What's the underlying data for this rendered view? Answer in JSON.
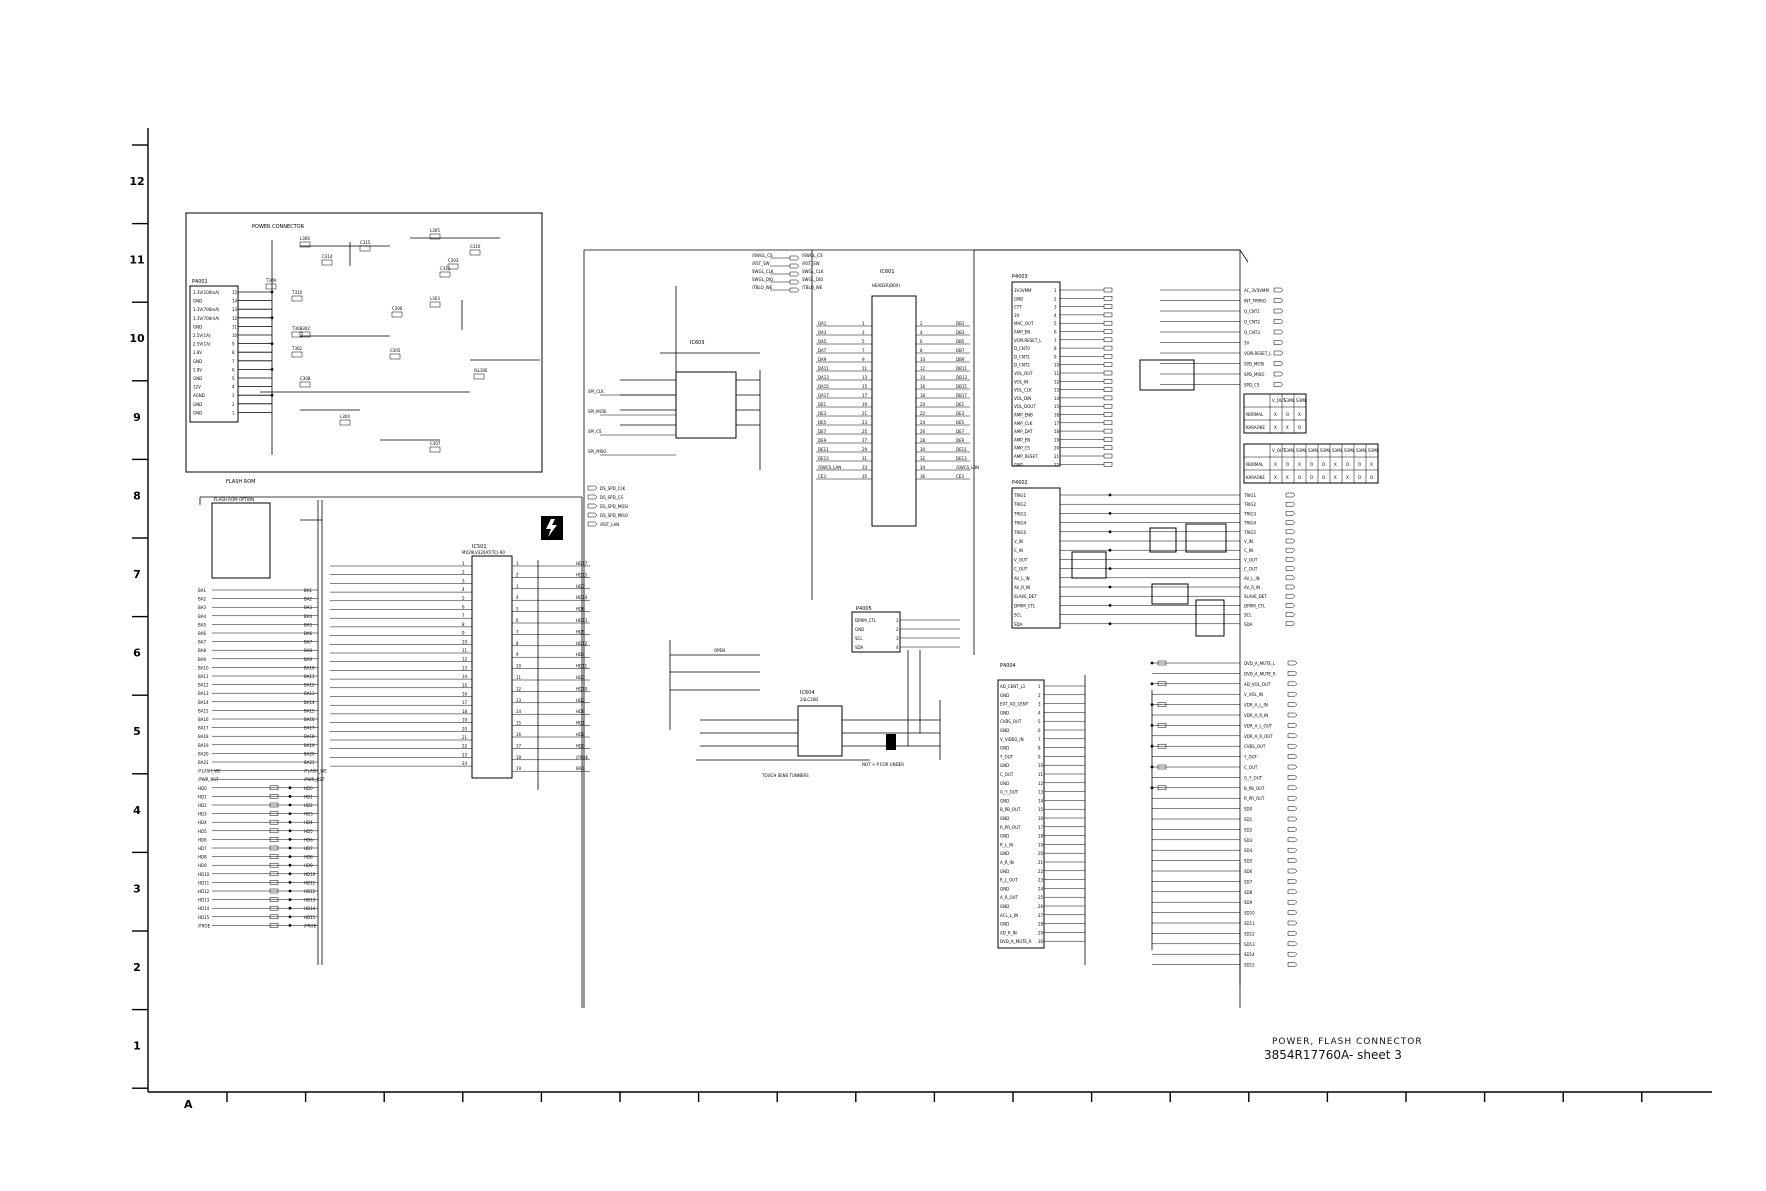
{
  "sheet": {
    "title_line1": "POWER, FLASH CONNECTOR",
    "title_line2": "3854R17760A- sheet 3",
    "row_labels": [
      "12",
      "11",
      "10",
      "9",
      "8",
      "7",
      "6",
      "5",
      "4",
      "3",
      "2",
      "1"
    ],
    "column_label": "A"
  },
  "blocks": {
    "power": {
      "heading": "POWER CONNECTOR",
      "connector": "P4001",
      "pins": [
        "3.3V(100mA)",
        "GND",
        "3.3V(700mA)",
        "3.3V(700mA)",
        "GND",
        "2.5V(1A)",
        "2.5V(1A)",
        "1.8V",
        "GND",
        "1.8V",
        "GND",
        "12V",
        "AGND",
        "GND",
        "GND"
      ],
      "labels": [
        "L306",
        "L305",
        "L302",
        "L303",
        "L304",
        "C314",
        "C303",
        "C305",
        "C306",
        "C308",
        "C315",
        "C316",
        "C307",
        "C311",
        "T309",
        "T310",
        "T303",
        "T302",
        "ISL30E"
      ]
    },
    "flash_rom": {
      "heading": "FLASH ROM",
      "option_heading": "FLASH ROM OPTION",
      "chip": "IC501",
      "chip_part": "MX29LV320AT(TC)-90",
      "left_nets": [
        "BA1",
        "BA2",
        "BA3",
        "BA4",
        "BA5",
        "BA6",
        "BA7",
        "BA8",
        "BA9",
        "BA10",
        "BA11",
        "BA12",
        "BA13",
        "BA14",
        "BA15",
        "BA16",
        "BA17",
        "BA18",
        "BA19",
        "BA20",
        "BA21",
        "/FLASH_WE",
        "/PWR_RST",
        "HD0",
        "HD1",
        "HD2",
        "HD3",
        "HD4",
        "HD5",
        "HD6",
        "HD7",
        "HD8",
        "HD9",
        "HD10",
        "HD11",
        "HD12",
        "HD13",
        "HD14",
        "HD15",
        "/FROE"
      ],
      "right_nets": [
        "HD17",
        "HD15",
        "HD7",
        "HD14",
        "HD6",
        "HD13",
        "HD5",
        "HD12",
        "HD4",
        "HD11",
        "HD3",
        "HD10",
        "HD2",
        "HD9",
        "HD1",
        "HD8",
        "HD0",
        "/FROE",
        "BA0"
      ]
    },
    "middle": {
      "header_chip": "IC601",
      "header_part": "HEADER(BOX)",
      "eeprom": "IC604",
      "eeprom_part": "24LC16B",
      "eeprom_note": "TOUCH SENS TUNNERS",
      "eeprom_note2": "NOT + P FOR UNDER",
      "switch_chip": "IC603",
      "pullup_label": "OPEN",
      "spd_connector": "P4005",
      "spd_pins": [
        "DPRM_CTL",
        "GND",
        "SCL",
        "SDA"
      ],
      "bus_nets": [
        "/SWGL_CS",
        "/RST_SW",
        "SWGL_CLK",
        "SWGL_DIO",
        "/TBLO_WE"
      ],
      "spi_nets": [
        "SPI_CLK",
        "SPI_MOSI",
        "SPI_CS",
        "SPI_MISO"
      ],
      "ds_nets": [
        "DS_SPD_CLK",
        "DS_SPD_CS",
        "DS_SPD_MOSI",
        "DS_SPD_MISO",
        "/RST_LAN"
      ],
      "header_nets": [
        "DA1",
        "DA3",
        "DA5",
        "DA7",
        "DA9",
        "DA11",
        "DA13",
        "DA15",
        "DA17",
        "DE1",
        "DE3",
        "DE5",
        "DE7",
        "DE9",
        "DE11",
        "DE13",
        "/SWCS_LAN",
        "CE3"
      ]
    },
    "io": {
      "connector_top": "P4003",
      "top_pins": [
        "3V3VMM",
        "GND",
        "CTT",
        "3V",
        "MAC_OUT",
        "AMP_EN",
        "VOPLRESET_L",
        "D_CNT0",
        "D_CNT1",
        "D_CNT2",
        "VOL_OUT",
        "VOL_IN",
        "VOL_CLK",
        "VOL_DIN",
        "VOL_DOUT",
        "AMP_ENB",
        "AMP_CLK",
        "AMP_DAT",
        "AMP_EN",
        "AMP_CS",
        "AMP_RESET",
        "GND"
      ],
      "top_right_nets": [
        "AC_3V3VMM",
        "INT_FPRRO",
        "O_CNT1",
        "O_CNT2",
        "O_CNT3",
        "3V",
        "VOPLRESET_L",
        "SPD_MOSI",
        "SPD_MISO",
        "SPD_CS"
      ],
      "table1_headers": [
        "",
        "V_OUT",
        "S3ML",
        "S3ML"
      ],
      "table1_rows": [
        [
          "NORMAL",
          "X",
          "O",
          "X"
        ],
        [
          "KARAOKE",
          "X",
          "X",
          "O"
        ]
      ],
      "table2_headers": [
        "",
        "V_OUT",
        "S3ML",
        "S3ML",
        "S3ML",
        "S3ML",
        "S3ML",
        "S3ML",
        "S3ML",
        "S3ML"
      ],
      "table2_rows": [
        [
          "NORMAL",
          "X",
          "O",
          "X",
          "O",
          "O",
          "X",
          "O",
          "O",
          "X"
        ],
        [
          "KARAOKE",
          "X",
          "X",
          "O",
          "O",
          "O",
          "X",
          "X",
          "O",
          "O"
        ]
      ],
      "connector_mid": "P4002",
      "mid_nets": [
        "TRIG1",
        "TRIG2",
        "TRIG3",
        "TRIG4",
        "TRIG5",
        "V_IN",
        "C_IN",
        "V_OUT",
        "C_OUT",
        "AV_L_IN",
        "AV_R_IN",
        "SLAVE_DET",
        "DPRM_CTL",
        "SCL",
        "SDA"
      ],
      "connector_bot": "P4004",
      "bot_pins": [
        "AD_CENT_L1",
        "GND",
        "EXT_AD_CENT",
        "GND",
        "CVBS_OUT",
        "GND",
        "V_VIDEO_IN",
        "GND",
        "Y_OUT",
        "GND",
        "C_OUT",
        "GND",
        "G_Y_OUT",
        "GND",
        "B_PB_OUT",
        "GND",
        "R_PR_OUT",
        "GND",
        "R_L_IN",
        "GND",
        "A_R_IN",
        "GND",
        "R_L_OUT",
        "GND",
        "A_R_OUT",
        "GND",
        "ACL_L_IN",
        "GND",
        "AD_R_IN",
        "DVD_A_MUTE_R"
      ],
      "bot_right_nets": [
        "DVD_A_MUTE_L",
        "DVD_A_MUTE_R",
        "AD_VOL_OUT",
        "V_VOL_IN",
        "VDR_A_L_IN",
        "VDR_A_R_IN",
        "VDR_A_L_OUT",
        "VDR_A_R_OUT",
        "CVBS_OUT",
        "Y_OUT",
        "C_OUT",
        "G_Y_OUT",
        "B_PB_OUT",
        "R_PR_OUT",
        "SD0",
        "SD1",
        "SD2",
        "SD3",
        "SD4",
        "SD5",
        "SD6",
        "SD7",
        "SD8",
        "SD9",
        "SD10",
        "SD11",
        "SD12",
        "SD13",
        "SD14",
        "SD15"
      ]
    }
  }
}
